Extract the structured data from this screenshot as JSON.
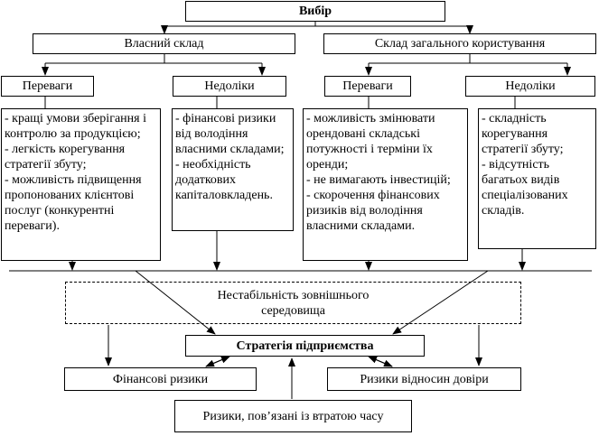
{
  "choice": "Вибір",
  "own_warehouse": "Власний склад",
  "public_warehouse": "Склад загального користування",
  "own_advantages": {
    "title": "Переваги",
    "items": [
      "- кращі умови зберігання і контролю за продукцією;",
      "- легкість корегування стратегії збуту;",
      "- можливість підвищення пропонованих клієнтові послуг (конкурентні переваги)."
    ]
  },
  "own_disadvantages": {
    "title": "Недоліки",
    "items": [
      "- фінансові ризики від володіння власними складами;",
      "- необхідність додаткових капіталовкладень."
    ]
  },
  "public_advantages": {
    "title": "Переваги",
    "items": [
      "- можливість змінювати орендовані складські потужності і терміни їх оренди;",
      "- не вимагають інвестицій;",
      "- скорочення фінансових ризиків від володіння власними складами."
    ]
  },
  "public_disadvantages": {
    "title": "Недоліки",
    "items": [
      "- складність корегування стратегії збуту;",
      "- відсутність багатьох видів спеціалізованих складів."
    ]
  },
  "environment": "Нестабільність зовнішнього середовища",
  "strategy": "Стратегія підприємства",
  "financial_risks": "Фінансові ризики",
  "trust_risks": "Ризики відносин довіри",
  "time_risks": "Ризики, пов’язані із втратою часу"
}
